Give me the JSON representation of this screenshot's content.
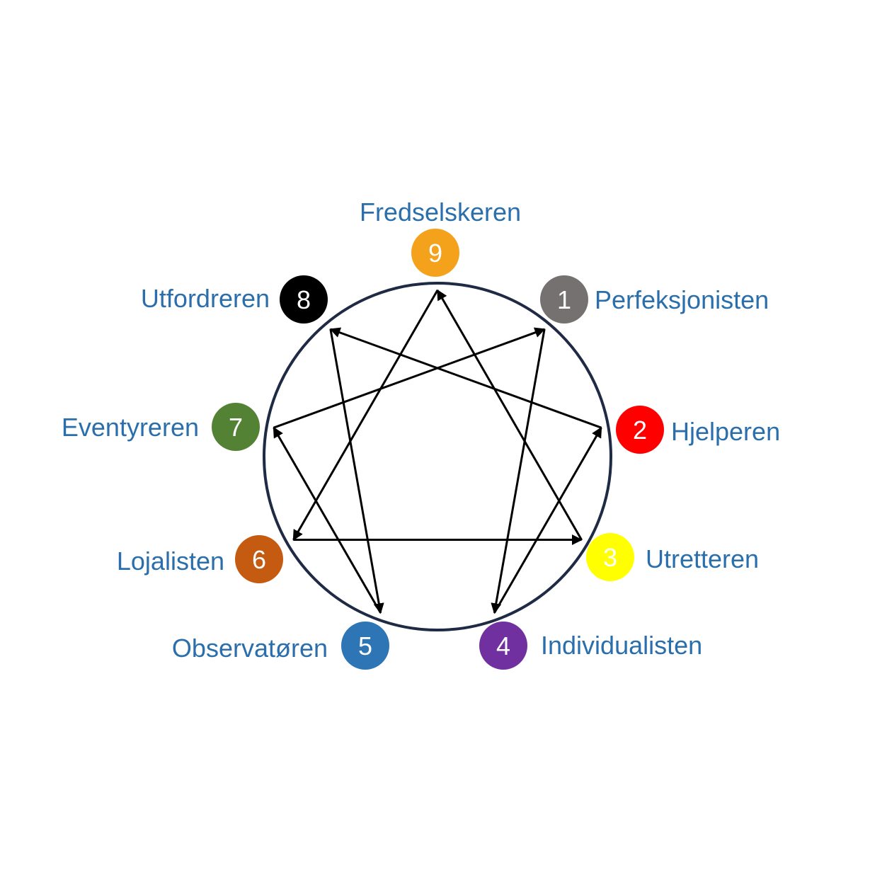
{
  "types": [
    {
      "number": "1",
      "label": "Perfeksjonisten",
      "color": "#767171",
      "number_color": "#ffffff"
    },
    {
      "number": "2",
      "label": "Hjelperen",
      "color": "#ff0000",
      "number_color": "#ffffff"
    },
    {
      "number": "3",
      "label": "Utretteren",
      "color": "#ffff00",
      "number_color": "#ffffff"
    },
    {
      "number": "4",
      "label": "Individualisten",
      "color": "#7030a0",
      "number_color": "#ffffff"
    },
    {
      "number": "5",
      "label": "Observatøren",
      "color": "#2e75b6",
      "number_color": "#ffffff"
    },
    {
      "number": "6",
      "label": "Lojalisten",
      "color": "#c55a11",
      "number_color": "#ffffff"
    },
    {
      "number": "7",
      "label": "Eventyreren",
      "color": "#548235",
      "number_color": "#ffffff"
    },
    {
      "number": "8",
      "label": "Utfordreren",
      "color": "#000000",
      "number_color": "#ffffff"
    },
    {
      "number": "9",
      "label": "Fredselskeren",
      "color": "#f4a21c",
      "number_color": "#ffffff"
    }
  ],
  "arrows": [
    {
      "from": "1",
      "to": "4"
    },
    {
      "from": "4",
      "to": "2"
    },
    {
      "from": "2",
      "to": "8"
    },
    {
      "from": "8",
      "to": "5"
    },
    {
      "from": "5",
      "to": "7"
    },
    {
      "from": "7",
      "to": "1"
    },
    {
      "from": "9",
      "to": "6"
    },
    {
      "from": "6",
      "to": "3"
    },
    {
      "from": "3",
      "to": "9"
    }
  ],
  "colors": {
    "label_text": "#2a6fab",
    "ring": "#1f2a44",
    "arrow": "#000000"
  }
}
